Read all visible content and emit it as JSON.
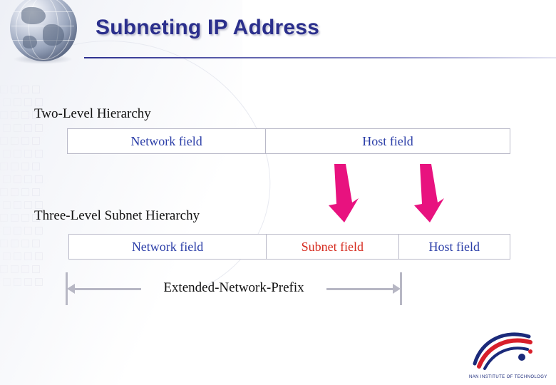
{
  "slide": {
    "title": "Subneting IP Address"
  },
  "sections": {
    "two_level": {
      "label": "Two-Level  Hierarchy",
      "cells": [
        {
          "text": "Network field",
          "color": "#2b3ea8"
        },
        {
          "text": "Host field",
          "color": "#2b3ea8"
        }
      ]
    },
    "three_level": {
      "label": "Three-Level Subnet Hierarchy",
      "cells": [
        {
          "text": "Network field",
          "color": "#2b3ea8"
        },
        {
          "text": "Subnet field",
          "color": "#d62b1f"
        },
        {
          "text": "Host field",
          "color": "#2b3ea8"
        }
      ]
    }
  },
  "measure": {
    "label": "Extended-Network-Prefix"
  },
  "arrows": {
    "left": "down-arrow-icon",
    "right": "down-arrow-icon",
    "color": "#e8127f"
  },
  "logo": {
    "caption": "NAN INSTITUTE OF TECHNOLOGY"
  },
  "icons": {
    "globe": "globe-icon"
  },
  "colors": {
    "title": "#2b2f8c",
    "network_text": "#2b3ea8",
    "subnet_text": "#d62b1f",
    "rule": "#2c2f8f",
    "arrow": "#e8127f",
    "border": "#b9b9c8"
  }
}
